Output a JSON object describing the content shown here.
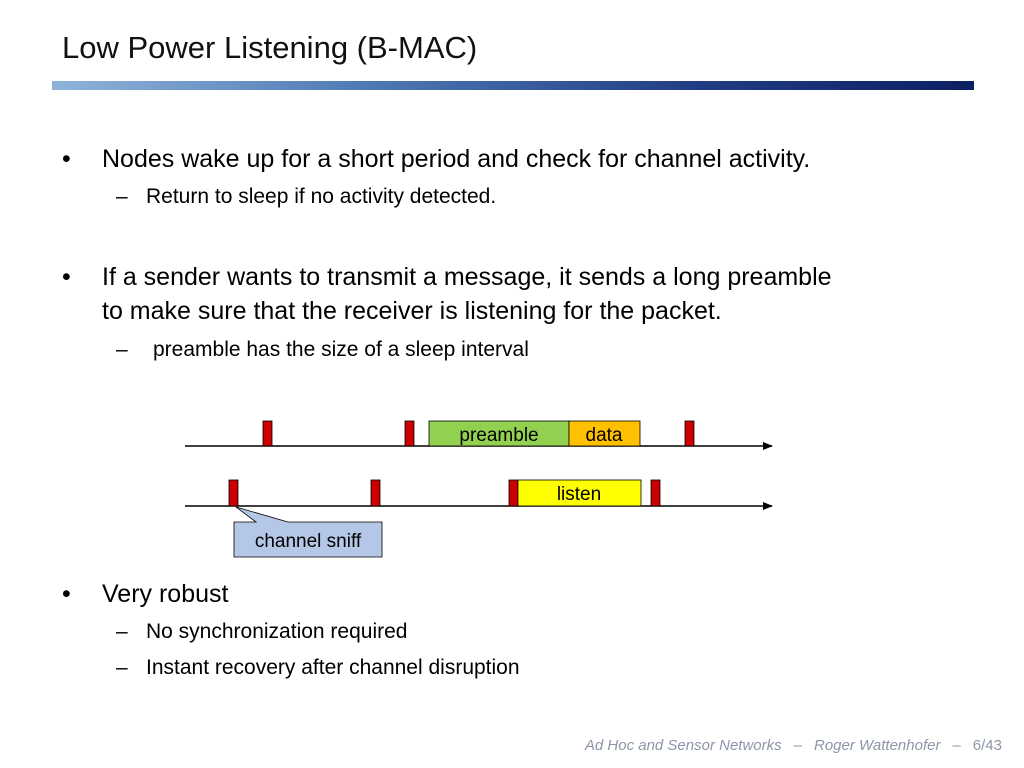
{
  "slide": {
    "title": "Low Power Listening (B-MAC)",
    "bullets": [
      {
        "marker": "•",
        "lines": [
          "Nodes wake up for a short period and check for channel activity."
        ],
        "sub": [
          {
            "marker": "–",
            "text": "Return to sleep if no activity detected."
          }
        ]
      },
      {
        "marker": "•",
        "lines": [
          "If a sender wants to transmit a message, it sends a long preamble",
          "to make sure that the receiver is listening for the packet."
        ],
        "sub": [
          {
            "marker": "–",
            "text": "preamble has the size of a sleep interval"
          }
        ]
      },
      {
        "marker": "•",
        "lines": [
          "Very robust"
        ],
        "sub": [
          {
            "marker": "–",
            "text": "No synchronization required"
          },
          {
            "marker": "–",
            "text": "Instant recovery after channel disruption"
          }
        ]
      }
    ]
  },
  "diagram": {
    "sender": {
      "preamble_label": "preamble",
      "data_label": "data"
    },
    "receiver": {
      "listen_label": "listen"
    },
    "callout_label": "channel sniff",
    "colors": {
      "wakeup": "#cc0000",
      "preamble": "#92d050",
      "data": "#ffc000",
      "listen": "#ffff00",
      "callout": "#b4c7e7"
    }
  },
  "footer": {
    "course": "Ad Hoc and Sensor Networks",
    "separator": "–",
    "author": "Roger Wattenhofer",
    "page": "6/43"
  }
}
